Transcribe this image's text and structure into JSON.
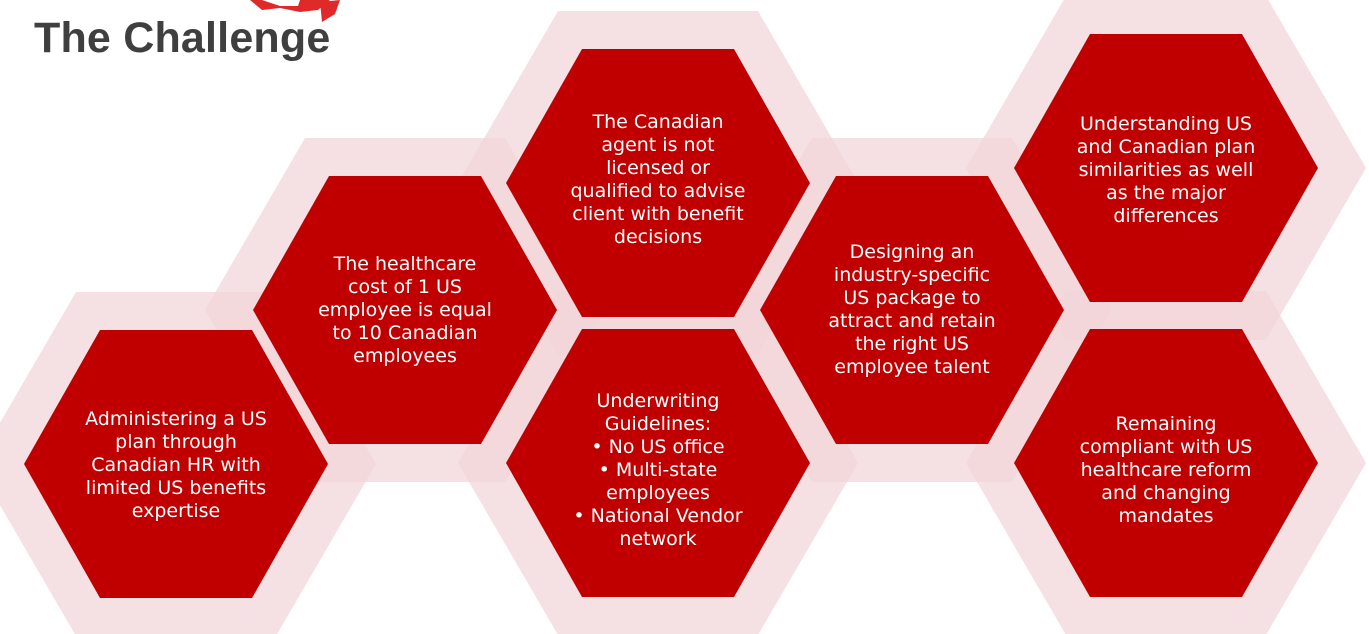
{
  "title": "The Challenge",
  "colors": {
    "hex_fill": "#c00000",
    "hex_halo": "#f2d5da",
    "text": "#ffffff",
    "title": "#3f3f3f",
    "corner_flag_red": "#e02a2a"
  },
  "hexagons": [
    {
      "lines": [
        "Administering a US",
        "plan through",
        "Canadian HR with",
        "limited US benefits",
        "expertise"
      ]
    },
    {
      "lines": [
        "The healthcare",
        "cost of 1 US",
        "employee is equal",
        "to 10 Canadian",
        "employees"
      ]
    },
    {
      "lines": [
        "The Canadian",
        "agent is not",
        "licensed or",
        "qualified to advise",
        "client with benefit",
        "decisions"
      ]
    },
    {
      "lines": [
        "Underwriting",
        "Guidelines:"
      ],
      "bullets": [
        "No US office",
        "Multi-state",
        "employees",
        "National Vendor",
        "network"
      ],
      "bullet_marks": [
        true,
        true,
        false,
        true,
        false
      ]
    },
    {
      "lines": [
        "Designing an",
        "industry-specific",
        "US package to",
        "attract and retain",
        "the right US",
        "employee talent"
      ]
    },
    {
      "lines": [
        "Understanding US",
        "and Canadian plan",
        "similarities as well",
        "as the major",
        "differences"
      ]
    },
    {
      "lines": [
        "Remaining",
        "compliant with US",
        "healthcare reform",
        "and changing",
        "mandates"
      ]
    }
  ]
}
